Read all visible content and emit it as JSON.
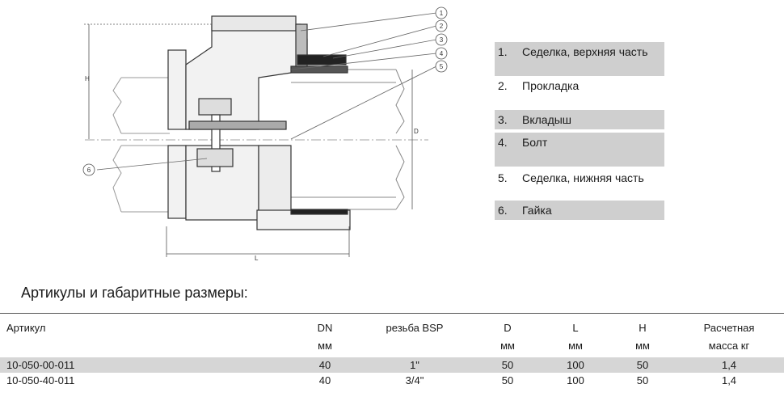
{
  "callouts": [
    "1",
    "2",
    "3",
    "4",
    "5",
    "6"
  ],
  "dimension_labels": {
    "h": "H",
    "d": "D",
    "l": "L"
  },
  "legend": [
    {
      "num": "1.",
      "label": "Седелка, верхняя часть",
      "shaded": true
    },
    {
      "num": "2.",
      "label": "Прокладка",
      "shaded": false
    },
    {
      "num": "3.",
      "label": "Вкладыш",
      "shaded": true
    },
    {
      "num": "4.",
      "label": "Болт",
      "shaded": true
    },
    {
      "num": "5.",
      "label": "Седелка, нижняя часть",
      "shaded": false
    },
    {
      "num": "6.",
      "label": "Гайка",
      "shaded": true
    }
  ],
  "table": {
    "title": "Артикулы и габаритные размеры:",
    "headers": [
      "Артикул",
      "DN",
      "резьба BSP",
      "D",
      "L",
      "H",
      "Расчетная"
    ],
    "units": [
      "",
      "мм",
      "",
      "мм",
      "мм",
      "мм",
      "масса кг"
    ],
    "rows": [
      {
        "article": "10-050-00-011",
        "dn": "40",
        "bsp": "1\"",
        "d": "50",
        "l": "100",
        "h": "50",
        "mass": "1,4"
      },
      {
        "article": "10-050-40-011",
        "dn": "40",
        "bsp": "3/4\"",
        "d": "50",
        "l": "100",
        "h": "50",
        "mass": "1,4"
      }
    ]
  }
}
